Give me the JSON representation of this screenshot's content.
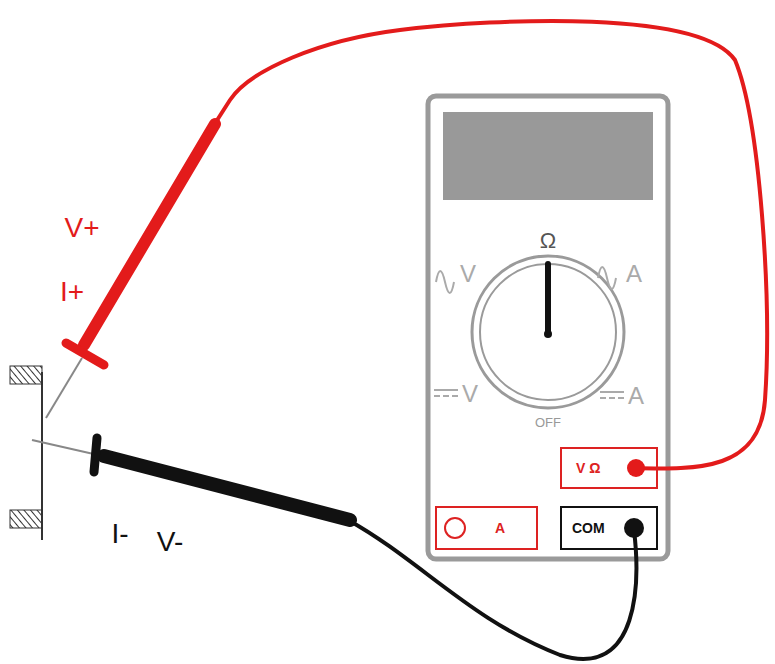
{
  "diagram": {
    "nodes": [
      {
        "text": [
          "V Ω"
        ]
      },
      {
        "text": [
          "A"
        ]
      },
      {
        "text": [
          "COM"
        ]
      }
    ],
    "labels": [
      "V+",
      "I+",
      "I-",
      "V-",
      "Ω",
      "V",
      "A",
      "V",
      "A",
      "OFF"
    ]
  }
}
